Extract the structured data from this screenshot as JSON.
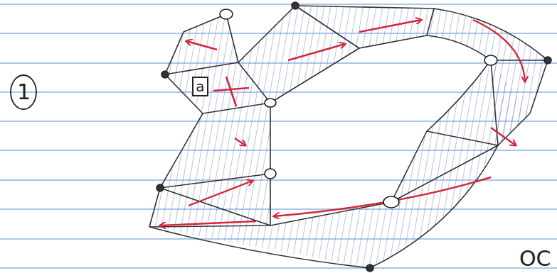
{
  "diagram": {
    "nodes": [
      {
        "text": [
          "a"
        ]
      }
    ],
    "labels": [
      "1",
      "OC"
    ]
  }
}
